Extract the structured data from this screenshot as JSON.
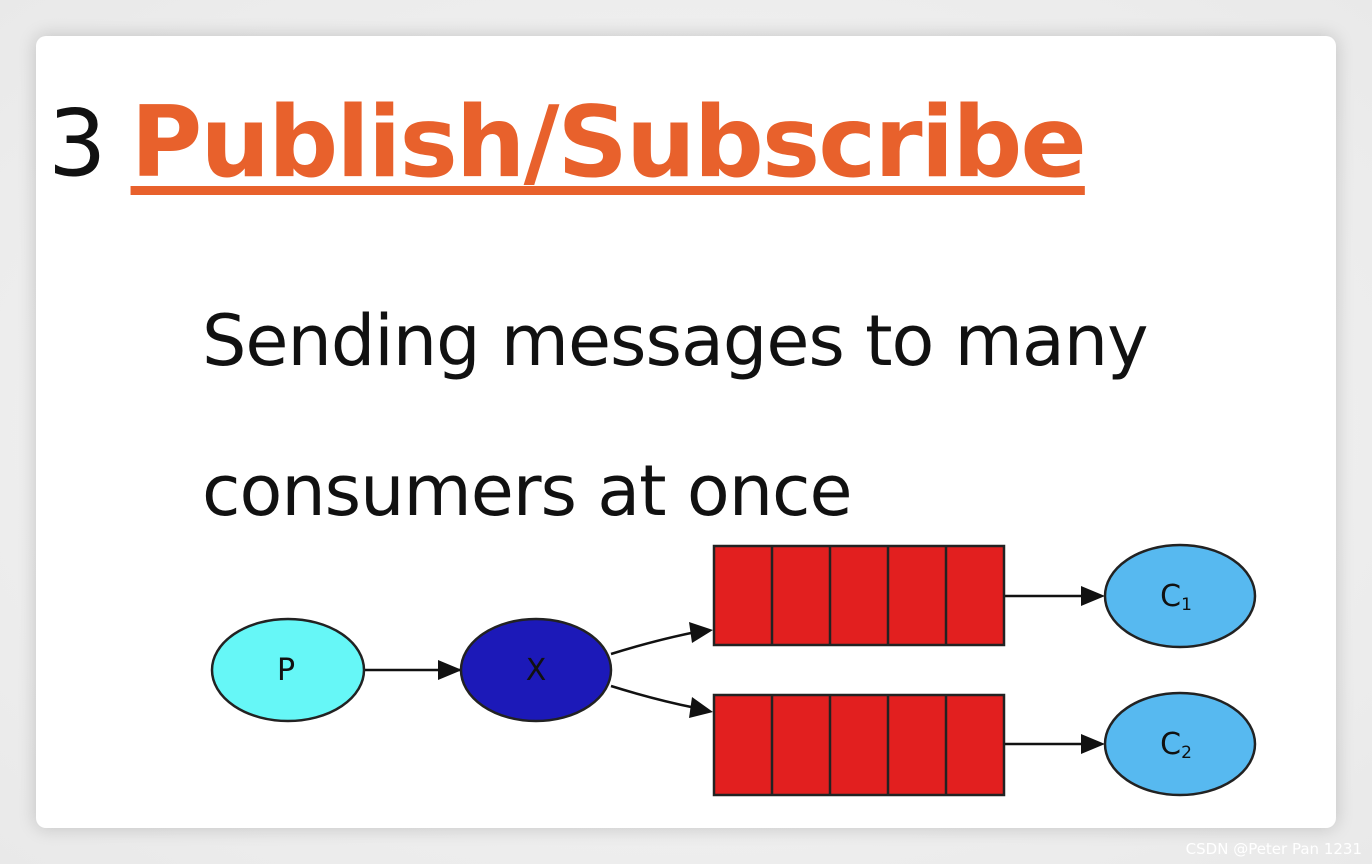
{
  "heading": {
    "number": "3",
    "title": "Publish/Subscribe"
  },
  "subtitle": "Sending messages to many consumers at once",
  "diagram": {
    "nodes": {
      "producer": "P",
      "exchange": "X",
      "consumer1": "C",
      "consumer1_sub": "1",
      "consumer2": "C",
      "consumer2_sub": "2"
    },
    "queue_cells": 5
  },
  "colors": {
    "title": "#e8612c",
    "producer": "#66f7f7",
    "exchange": "#1c19b8",
    "queue": "#e21f1f",
    "consumer": "#57b9f0"
  },
  "watermark": "CSDN @Peter Pan 1231"
}
